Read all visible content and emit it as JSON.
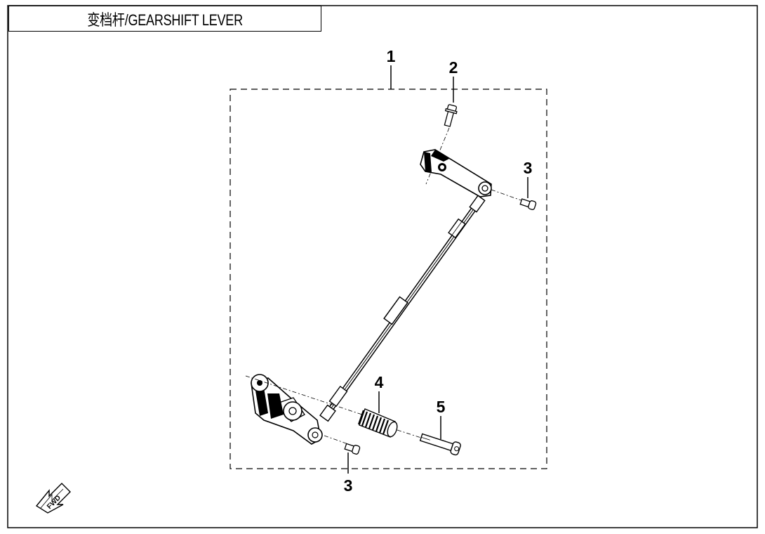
{
  "title": "变档杆/GEARSHIFT LEVER",
  "callouts": {
    "c1": "1",
    "c2": "2",
    "c3_top": "3",
    "c3_bottom": "3",
    "c4": "4",
    "c5": "5"
  },
  "fwd_label": "FWD",
  "colors": {
    "line": "#000000",
    "background": "#ffffff"
  }
}
